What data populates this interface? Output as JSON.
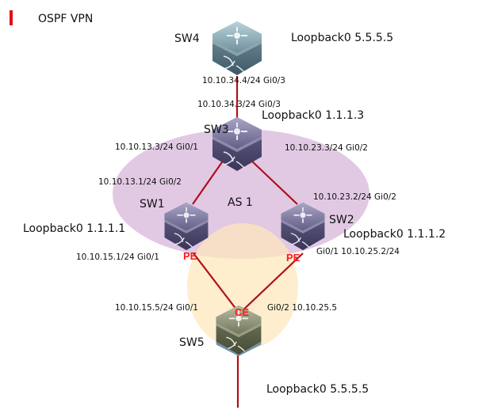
{
  "title": "OSPF VPN",
  "colors": {
    "accent_bar": "#e0101c",
    "link": "#b0101a",
    "as_zone": "#dcc0de",
    "ce_zone": "#fde8bb",
    "role_text": "#ff1a1a",
    "switch_blue": "#6a8a9a",
    "switch_purple": "#6e6a8e",
    "switch_olive": "#7e8468"
  },
  "zone_label": "AS 1",
  "devices": {
    "sw4": {
      "name": "SW4",
      "loopback": "Loopback0 5.5.5.5",
      "icon": "layer3-switch-icon"
    },
    "sw3": {
      "name": "SW3",
      "loopback": "Loopback0 1.1.1.3",
      "icon": "layer3-switch-icon"
    },
    "sw1": {
      "name": "SW1",
      "loopback": "Loopback0 1.1.1.1",
      "role": "PE",
      "icon": "layer3-switch-icon"
    },
    "sw2": {
      "name": "SW2",
      "loopback": "Loopback0 1.1.1.2",
      "role": "PE",
      "icon": "layer3-switch-icon"
    },
    "sw5": {
      "name": "SW5",
      "loopback": "Loopback0 5.5.5.5",
      "role": "CE",
      "icon": "layer3-switch-icon"
    }
  },
  "interfaces": {
    "sw4_gi03": "10.10.34.4/24 Gi0/3",
    "sw3_gi03": "10.10.34.3/24 Gi0/3",
    "sw3_gi01": "10.10.13.3/24 Gi0/1",
    "sw3_gi02": "10.10.23.3/24 Gi0/2",
    "sw1_gi02": "10.10.13.1/24 Gi0/2",
    "sw2_gi02": "10.10.23.2/24 Gi0/2",
    "sw1_gi01": "10.10.15.1/24 Gi0/1",
    "sw2_gi01": "Gi0/1 10.10.25.2/24",
    "sw5_gi01": "10.10.15.5/24 Gi0/1",
    "sw5_gi02": "Gi0/2 10.10.25.5"
  }
}
